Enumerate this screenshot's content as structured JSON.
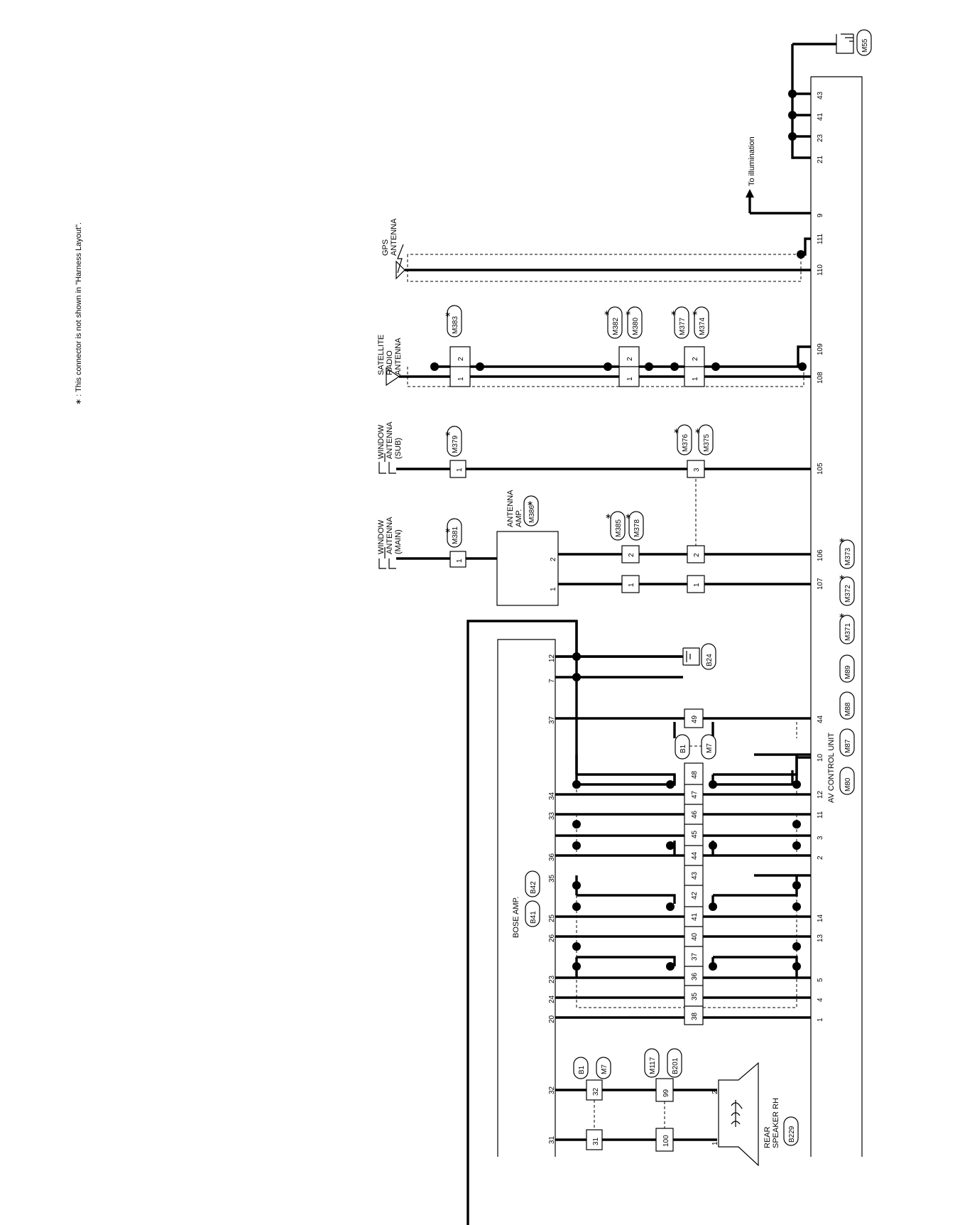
{
  "note": "∗ : This connector is not shown in \"Harness Layout\".",
  "av_unit": {
    "label": "AV CONTROL UNIT",
    "connectors": [
      "M80",
      "M87",
      "M88",
      "M89",
      "M371",
      "M372",
      "M373"
    ],
    "pins_shield": [
      "1",
      "4",
      "5",
      "13",
      "14",
      "2",
      "3",
      "11",
      "12",
      "10",
      "44"
    ],
    "pins_antenna": [
      "107",
      "106",
      "105",
      "108",
      "109",
      "110",
      "111",
      "9",
      "21",
      "23",
      "41",
      "43"
    ],
    "ground_connector": "M55"
  },
  "bose_amp": {
    "label": "BOSE AMP.",
    "connectors": [
      "B41",
      "B42"
    ],
    "pins": [
      "20",
      "24",
      "23",
      "26",
      "25",
      "35",
      "36",
      "33",
      "34",
      "37",
      "7",
      "12",
      "31",
      "32"
    ],
    "ground_connector": "B24"
  },
  "inline_connector": {
    "left": "B1",
    "right": "M7",
    "pins": [
      "38",
      "35",
      "36",
      "37",
      "40",
      "41",
      "42",
      "43",
      "44",
      "45",
      "46",
      "47",
      "48",
      "49"
    ],
    "speaker_pins": [
      "31",
      "32"
    ]
  },
  "speaker_connector": {
    "left": "M117",
    "right": "B201",
    "pins": [
      "100",
      "99"
    ]
  },
  "rear_speaker": {
    "label_line1": "REAR",
    "label_line2": "SPEAKER RH",
    "connector": "B229",
    "pins": [
      "1",
      "2"
    ]
  },
  "window_antenna_main": {
    "line1": "WINDOW",
    "line2": "ANTENNA",
    "line3": "(MAIN)",
    "connector": "M381",
    "pin": "1"
  },
  "antenna_amp": {
    "line1": "ANTENNA",
    "line2": "AMP.",
    "connector": "M386",
    "pins": [
      "1",
      "2"
    ]
  },
  "inline_385_378": {
    "connectors": [
      "M385",
      "M378"
    ],
    "pins": [
      "1",
      "2"
    ]
  },
  "window_antenna_sub": {
    "line1": "WINDOW",
    "line2": "ANTENNA",
    "line3": "(SUB)",
    "connector": "M379",
    "pin": "1"
  },
  "inline_376_375": {
    "connectors": [
      "M376",
      "M375"
    ],
    "pins": [
      "1",
      "2",
      "3"
    ]
  },
  "satellite_antenna": {
    "line1": "SATELLITE",
    "line2": "RADIO",
    "line3": "ANTENNA",
    "connector": "M383",
    "pins": [
      "1",
      "2"
    ]
  },
  "inline_382_380": {
    "connectors": [
      "M382",
      "M380"
    ],
    "pins": [
      "1",
      "2"
    ]
  },
  "inline_377_374": {
    "connectors": [
      "M377",
      "M374"
    ],
    "pins": [
      "1",
      "2"
    ]
  },
  "gps_antenna": {
    "line1": "GPS",
    "line2": "ANTENNA"
  },
  "illumination": "To illumination",
  "asterisk": "∗"
}
